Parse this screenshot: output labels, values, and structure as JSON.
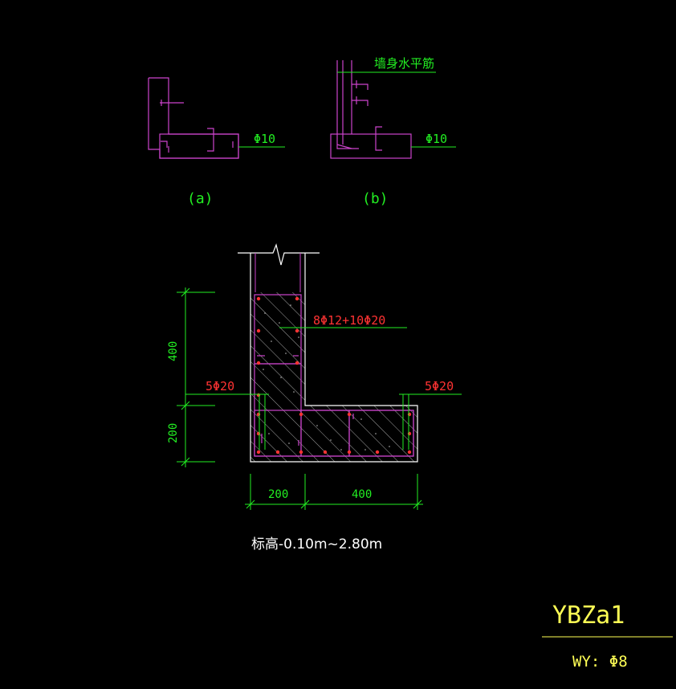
{
  "colors": {
    "background": "#000000",
    "outline": "#ffffff",
    "rebar": "#ff44ff",
    "dimension": "#22ee22",
    "rebar_label": "#ff3333",
    "title": "#ffff55",
    "hatch": "#d0d0d0",
    "stirrup": "#cc44cc"
  },
  "detail_a": {
    "caption": "(a)",
    "bar_label": "Φ10"
  },
  "detail_b": {
    "caption": "(b)",
    "bar_label": "Φ10",
    "note": "墙身水平筋"
  },
  "section": {
    "main_bars": "8Φ12+10Φ20",
    "left_bars": "5Φ20",
    "right_bars": "5Φ20",
    "dims": {
      "vertical_upper": "400",
      "vertical_lower": "200",
      "horizontal_left": "200",
      "horizontal_right": "400"
    },
    "elevation": "标高-0.10m~2.80m"
  },
  "title_block": {
    "name": "YBZa1",
    "stirrup": "WY: Φ8"
  }
}
